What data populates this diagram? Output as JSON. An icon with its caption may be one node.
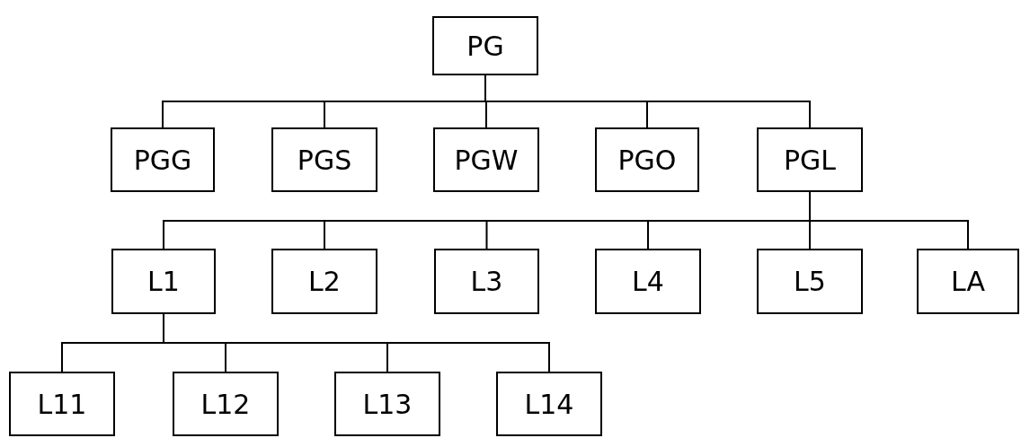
{
  "diagram": {
    "nodes": [
      {
        "text": [
          "PG"
        ]
      },
      {
        "text": [
          "PGG"
        ]
      },
      {
        "text": [
          "PGS"
        ]
      },
      {
        "text": [
          "PGW"
        ]
      },
      {
        "text": [
          "PGO"
        ]
      },
      {
        "text": [
          "PGL"
        ]
      },
      {
        "text": [
          "L1"
        ]
      },
      {
        "text": [
          "L2"
        ]
      },
      {
        "text": [
          "L3"
        ]
      },
      {
        "text": [
          "L4"
        ]
      },
      {
        "text": [
          "L5"
        ]
      },
      {
        "text": [
          "LA"
        ]
      },
      {
        "text": [
          "L11"
        ]
      },
      {
        "text": [
          "L12"
        ]
      },
      {
        "text": [
          "L13"
        ]
      },
      {
        "text": [
          "L14"
        ]
      }
    ],
    "edges": [
      {
        "from": 0,
        "to": 1,
        "arrow": "none"
      },
      {
        "from": 0,
        "to": 2,
        "arrow": "none"
      },
      {
        "from": 0,
        "to": 3,
        "arrow": "none"
      },
      {
        "from": 0,
        "to": 4,
        "arrow": "none"
      },
      {
        "from": 0,
        "to": 5,
        "arrow": "none"
      },
      {
        "from": 5,
        "to": 6,
        "arrow": "none"
      },
      {
        "from": 5,
        "to": 7,
        "arrow": "none"
      },
      {
        "from": 5,
        "to": 8,
        "arrow": "none"
      },
      {
        "from": 5,
        "to": 9,
        "arrow": "none"
      },
      {
        "from": 5,
        "to": 10,
        "arrow": "none"
      },
      {
        "from": 5,
        "to": 11,
        "arrow": "none"
      },
      {
        "from": 6,
        "to": 12,
        "arrow": "none"
      },
      {
        "from": 6,
        "to": 13,
        "arrow": "none"
      },
      {
        "from": 6,
        "to": 14,
        "arrow": "none"
      },
      {
        "from": 6,
        "to": 15,
        "arrow": "none"
      }
    ]
  }
}
